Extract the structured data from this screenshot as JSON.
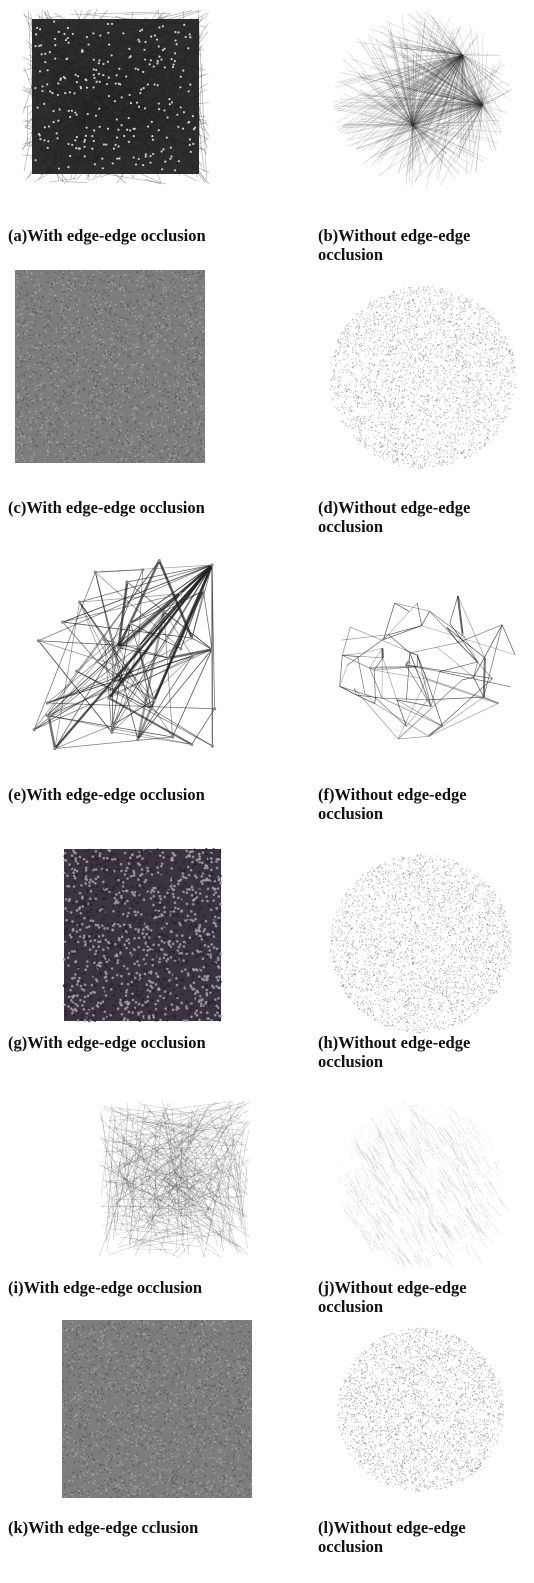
{
  "panels": [
    {
      "id": "a",
      "caption": "(a)With edge-edge occlusion",
      "style": "square-dense-edges"
    },
    {
      "id": "b",
      "caption": "(b)Without edge-edge occlusion",
      "style": "disc-radial-edges"
    },
    {
      "id": "c",
      "caption": "(c)With edge-edge occlusion",
      "style": "square-solid-noise"
    },
    {
      "id": "d",
      "caption": "(d)Without edge-edge occlusion",
      "style": "disc-dense-points"
    },
    {
      "id": "e",
      "caption": "(e)With edge-edge occlusion",
      "style": "sparse-long-edges"
    },
    {
      "id": "f",
      "caption": "(f)Without edge-edge occlusion",
      "style": "sparse-short-edges"
    },
    {
      "id": "g",
      "caption": "(g)With edge-edge occlusion",
      "style": "square-dark-texture"
    },
    {
      "id": "h",
      "caption": "(h)Without edge-edge occlusion",
      "style": "disc-dense-points"
    },
    {
      "id": "i",
      "caption": "(i)With edge-edge occlusion",
      "style": "square-light-edges"
    },
    {
      "id": "j",
      "caption": "(j)Without edge-edge occlusion",
      "style": "disc-faint-strands"
    },
    {
      "id": "k",
      "caption": "(k)With edge-edge cclusion",
      "style": "square-solid-noise"
    },
    {
      "id": "l",
      "caption": "(l)Without edge-edge occlusion",
      "style": "disc-dense-points"
    }
  ]
}
